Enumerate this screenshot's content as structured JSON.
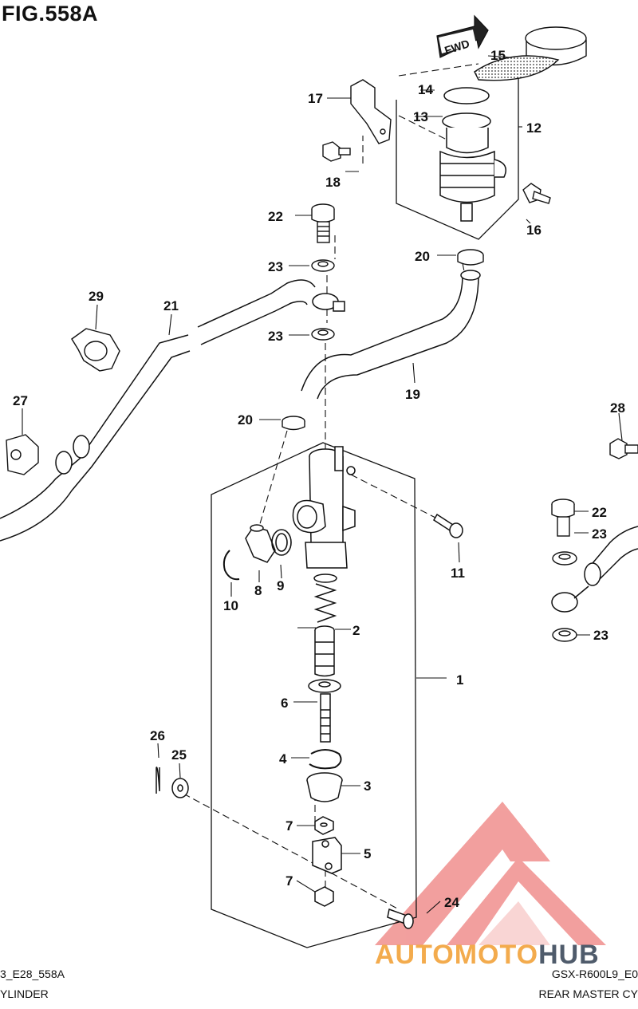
{
  "figure": {
    "title": "FIG.558A"
  },
  "fwd_label": "FWD",
  "callouts": [
    "1",
    "2",
    "3",
    "4",
    "5",
    "6",
    "7",
    "7",
    "8",
    "9",
    "10",
    "11",
    "12",
    "13",
    "14",
    "15",
    "16",
    "17",
    "18",
    "19",
    "20",
    "20",
    "21",
    "22",
    "22",
    "23",
    "23",
    "23",
    "23",
    "24",
    "25",
    "26",
    "27",
    "28",
    "29"
  ],
  "footer": {
    "left_code": "3_E28_558A",
    "left_name": "YLINDER",
    "right_code": "GSX-R600L9_E0",
    "right_name": "REAR MASTER CY"
  },
  "watermark": {
    "brand": "AUTOMOTOHUB",
    "colors": {
      "triangle": "#e8524f",
      "text_orange": "#f2a33a",
      "text_dark": "#3c4a5c"
    }
  }
}
